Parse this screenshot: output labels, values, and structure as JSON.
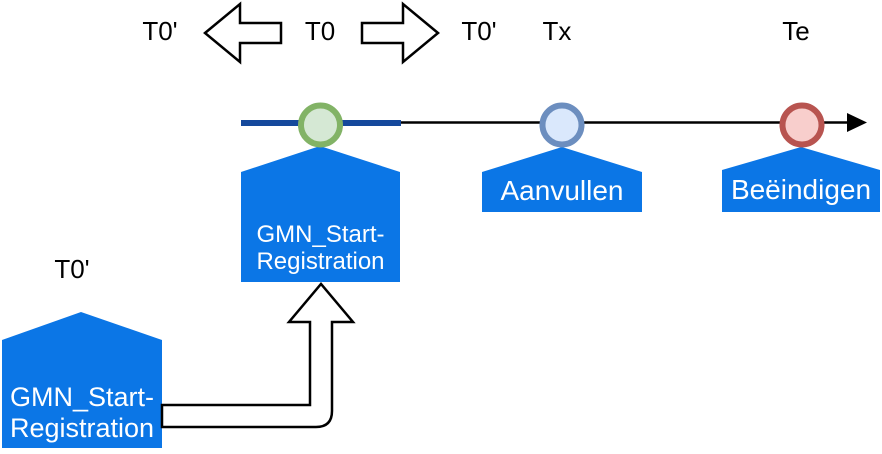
{
  "labels": {
    "t0_prime_left": "T0'",
    "t0": "T0",
    "t0_prime_right": "T0'",
    "tx": "Tx",
    "te": "Te",
    "t0_prime_bottom": "T0'"
  },
  "nodes": {
    "start_registration": {
      "line1": "GMN_Start-",
      "line2": "Registration"
    },
    "aanvullen": {
      "label": "Aanvullen"
    },
    "beeindigen": {
      "label": "Beëindigen"
    },
    "start_registration_source": {
      "line1": "GMN_Start-",
      "line2": "Registration"
    }
  },
  "colors": {
    "node_blue": "#0b76e6",
    "timeline_navy": "#15499c",
    "timeline_black": "#000000",
    "milestone_green_fill": "#d5e8d4",
    "milestone_green_stroke": "#82b366",
    "milestone_blue_fill": "#dae8fc",
    "milestone_blue_stroke": "#6c8ebf",
    "milestone_red_fill": "#f8cecc",
    "milestone_red_stroke": "#b85450",
    "arrow_fill": "#ffffff",
    "arrow_stroke": "#000000"
  }
}
